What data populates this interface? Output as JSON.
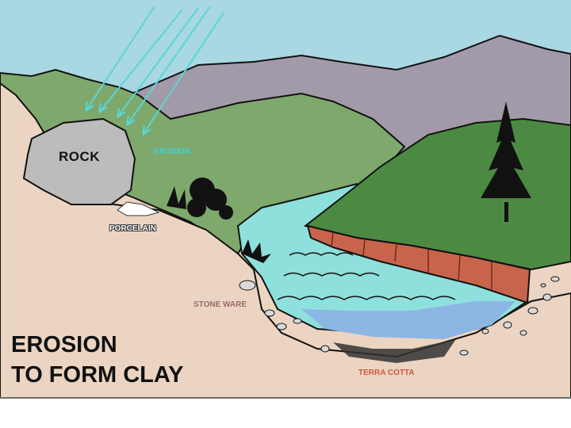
{
  "title": {
    "line1": "EROSION",
    "line2": "TO FORM CLAY"
  },
  "labels": {
    "rock": "ROCK",
    "erosion": "EROSION",
    "porcelain": "PORCELAIN",
    "stone_ware": "STONE WARE",
    "terra_cotta": "TERRA COTTA"
  },
  "colors": {
    "sky": "#a9d7e2",
    "mountain": "#a39aa9",
    "hill": "#7ea86c",
    "ground": "#ebd5c2",
    "water": "#8ee0dc",
    "deep_water": "#8cb6e4",
    "grass_mound": "#4c8a43",
    "clay_layer": "#c9644c",
    "rock": "#bcbcbc",
    "rain": "#5ad6d6"
  }
}
